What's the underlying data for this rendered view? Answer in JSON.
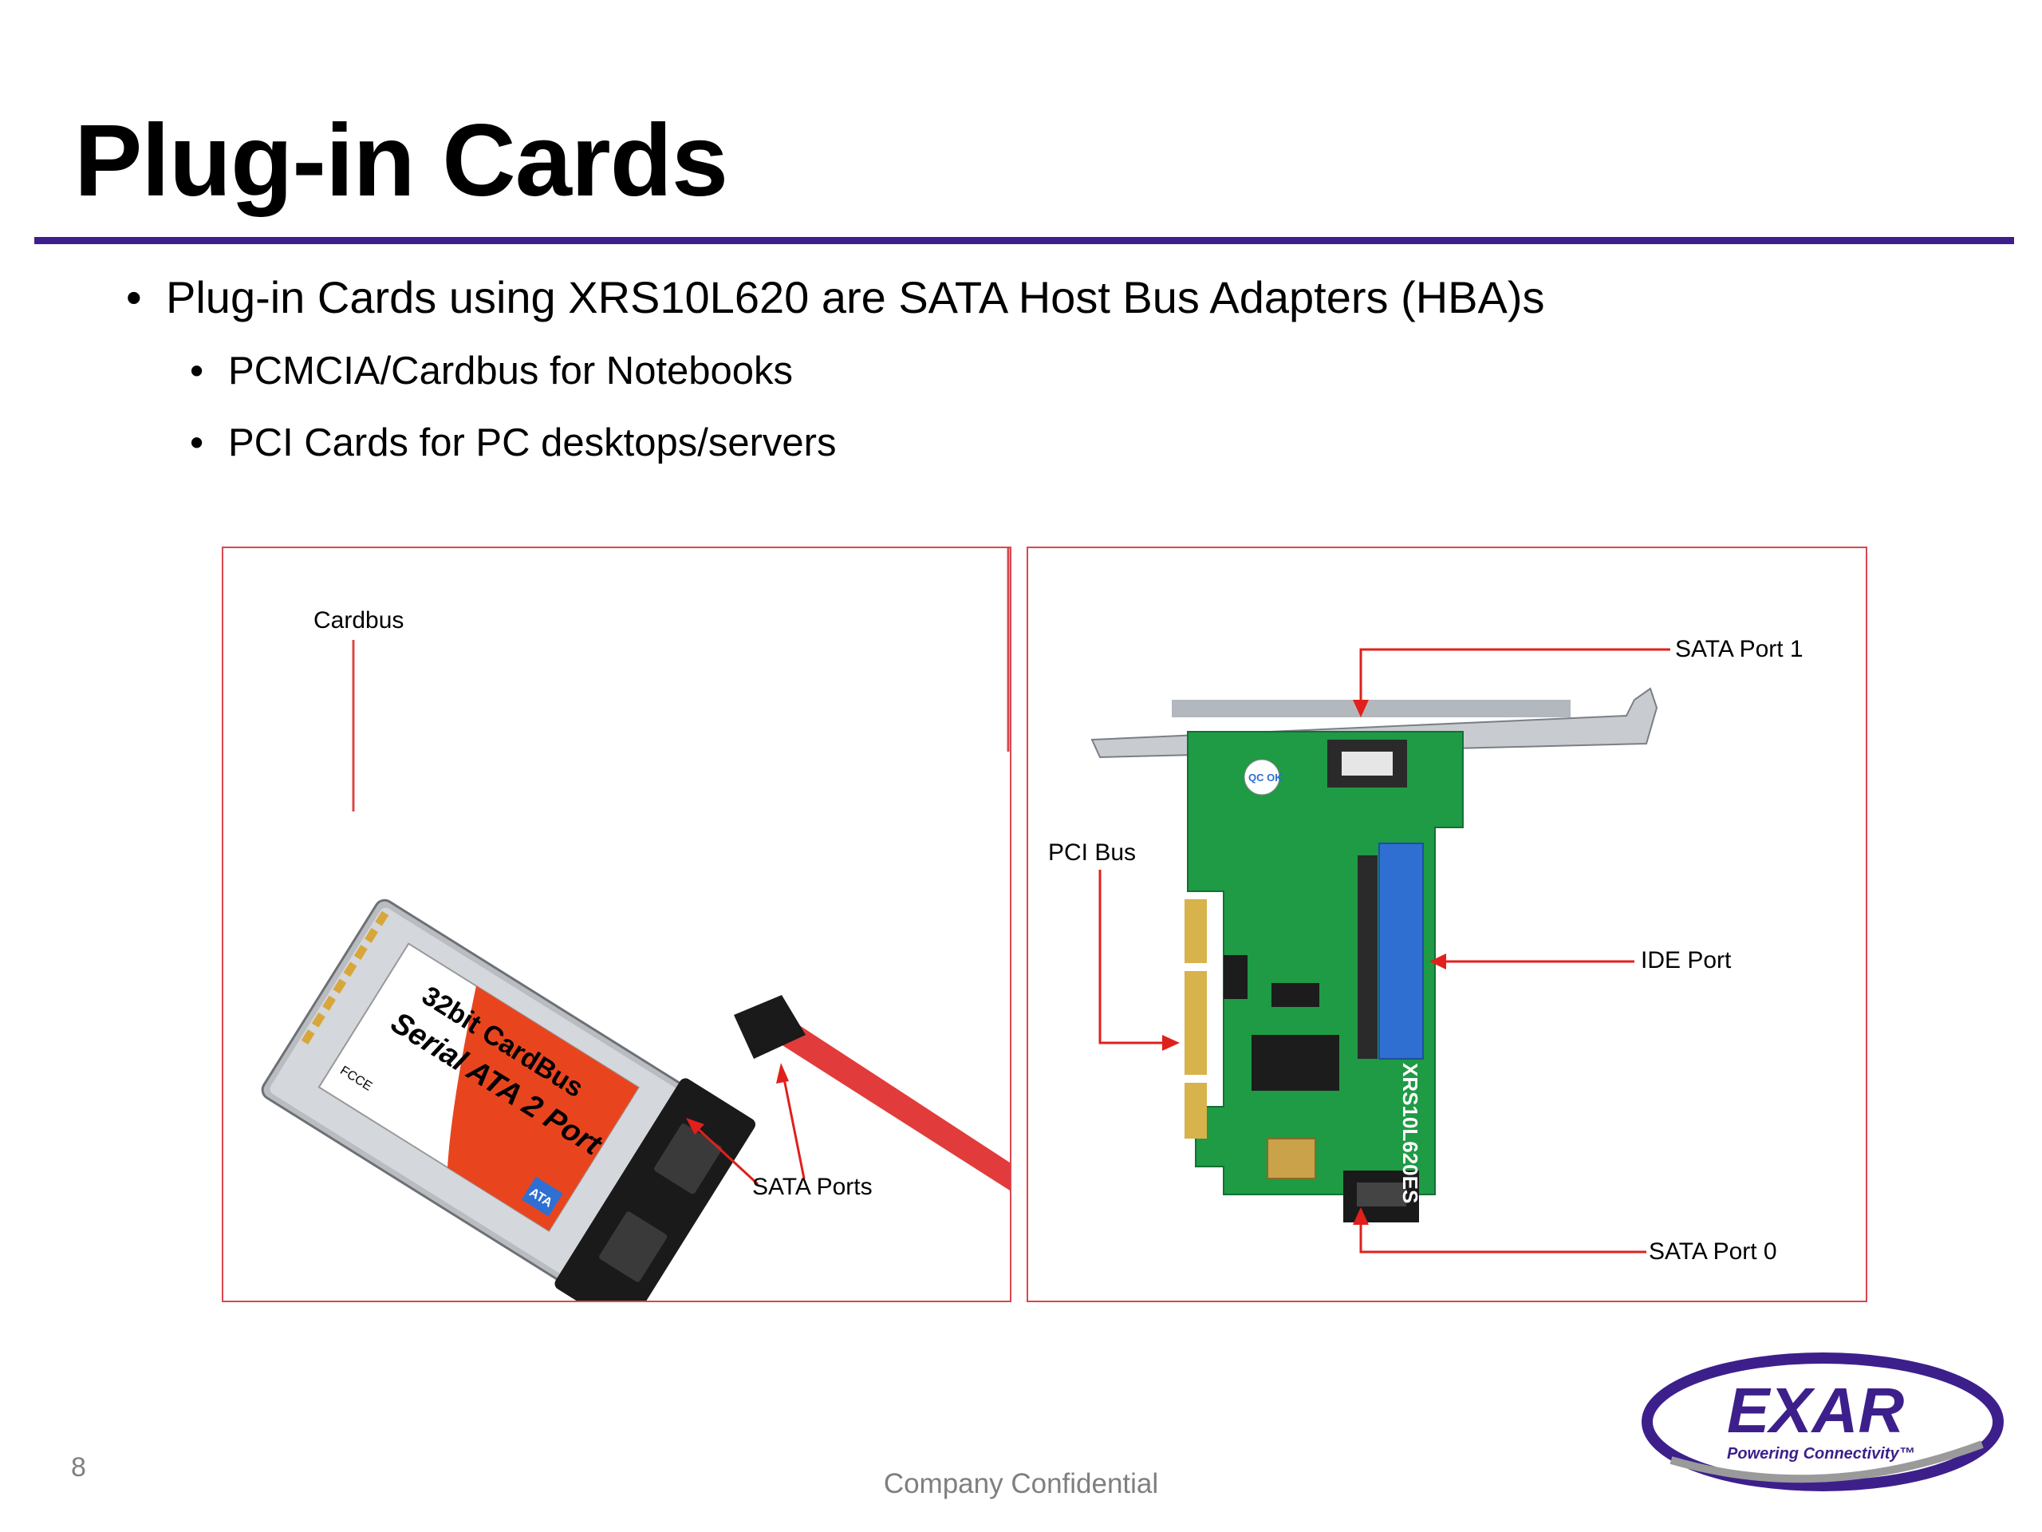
{
  "slide": {
    "title": "Plug-in Cards",
    "bullets": [
      "Plug-in Cards using XRS10L620 are SATA Host Bus Adapters (HBA)s",
      "PCMCIA/Cardbus for Notebooks",
      "PCI Cards for PC desktops/servers"
    ],
    "bullet_glyph": "•",
    "page_number": "8",
    "footer": "Company Confidential"
  },
  "left_figure": {
    "callouts": {
      "cardbus": "Cardbus",
      "sata_ports": "SATA Ports"
    },
    "card_print": {
      "line1": "32bit CardBus",
      "line2": "Serial ATA 2 Port",
      "badge": "ATA",
      "mark": "FCCE"
    }
  },
  "right_figure": {
    "callouts": {
      "sata_port_1": "SATA Port 1",
      "pci_bus": "PCI Bus",
      "ide_port": "IDE Port",
      "sata_port_0": "SATA Port 0"
    },
    "board_print": {
      "chip": "XRS10L620ES",
      "badge": "QC OK"
    }
  },
  "logo": {
    "wordmark": "EXAR",
    "tagline": "Powering Connectivity™"
  },
  "colors": {
    "title_rule": "#3d1f8c",
    "panel_border": "#d9474e",
    "callout_arrow": "#e0201c",
    "logo_purple": "#3d1f8c",
    "pcb_green": "#1f9a45",
    "ide_blue": "#2f6fd1",
    "card_orange": "#e8451f"
  }
}
